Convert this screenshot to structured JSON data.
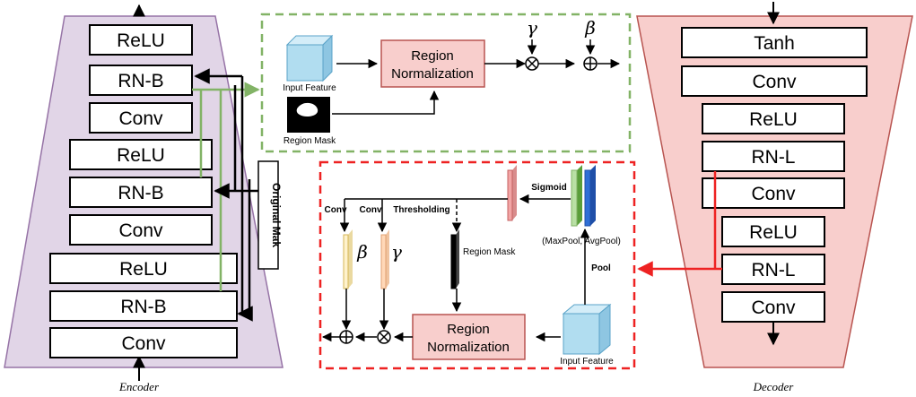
{
  "encoder": {
    "caption": "Encoder",
    "layers": [
      "ReLU",
      "RN-B",
      "Conv",
      "ReLU",
      "RN-B",
      "Conv",
      "ReLU",
      "RN-B",
      "Conv"
    ]
  },
  "decoder": {
    "caption": "Decoder",
    "layers": [
      "Tanh",
      "Conv",
      "ReLU",
      "RN-L",
      "Conv",
      "ReLU",
      "RN-L",
      "Conv"
    ]
  },
  "side_label": "Original Mak",
  "rnb_panel": {
    "input_feature": "Input Feature",
    "region_mask": "Region Mask",
    "rn_line1": "Region",
    "rn_line2": "Normalization",
    "gamma": "γ",
    "beta": "β"
  },
  "rnl_panel": {
    "sigmoid": "Sigmoid",
    "pool_label": "(MaxPool, AvgPool)",
    "pool": "Pool",
    "conv1": "Conv",
    "conv2": "Conv",
    "thresholding": "Thresholding",
    "region_mask": "Region Mask",
    "beta": "β",
    "gamma": "γ",
    "rn_line1": "Region",
    "rn_line2": "Normalization",
    "input_feature": "Input Feature"
  },
  "colors": {
    "encoder_fill": "#e1d5e7",
    "encoder_stroke": "#9673a6",
    "decoder_fill": "#f8cecc",
    "decoder_stroke": "#b85450",
    "green": "#82b366",
    "red": "#ee2222",
    "cube": "#b1ddf0"
  }
}
